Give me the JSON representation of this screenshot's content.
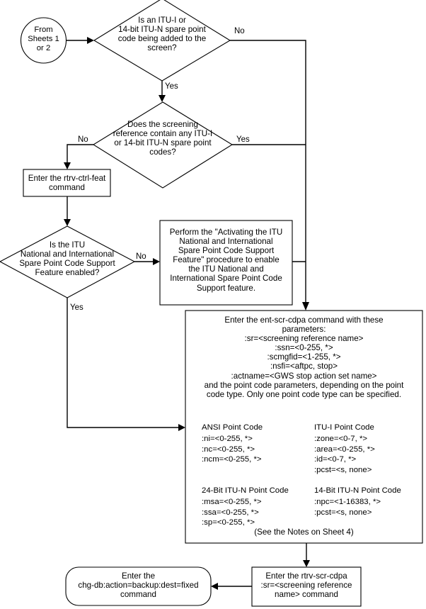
{
  "diagram": {
    "title": "ent-scr-cdpa flowchart (Sheet 3)",
    "stroke_color": "#000000",
    "fill_color": "#ffffff"
  },
  "nodes": {
    "start_connector": {
      "type": "circle",
      "text": "From\nSheets 1\nor 2"
    },
    "decision_spare_pc": {
      "type": "decision",
      "text": "Is an ITU-I or\n14-bit ITU-N spare point\ncode being added to the\nscreen?"
    },
    "decision_screening_ref": {
      "type": "decision",
      "text": "Does the screening\nreference contain any ITU-I\nor 14-bit ITU-N spare point\ncodes?"
    },
    "process_rtrv_ctrl_feat": {
      "type": "process",
      "text": "Enter the rtrv-ctrl-feat\ncommand"
    },
    "decision_feature_enabled": {
      "type": "decision",
      "text": "Is the ITU\nNational and International\nSpare Point Code Support\nFeature enabled?"
    },
    "process_activate_feature": {
      "type": "process",
      "text": "Perform the \"Activating the ITU\nNational and International\nSpare Point Code Support\nFeature\" procedure to enable\nthe ITU National and\nInternational Spare Point Code\nSupport feature."
    },
    "process_ent_scr_cdpa": {
      "type": "process",
      "header": "Enter the ent-scr-cdpa command with these\nparameters:\n:sr=<screening reference name>\n:ssn=<0-255, *>\n:scmgfid=<1-255, *>\n:nsfi=<aftpc, stop>\n:actname=<GWS stop action set name>\nand the point code parameters, depending on the point\ncode type. Only one point code type can be specified.",
      "point_code_groups": [
        {
          "name": "ansi",
          "title": "ANSI Point Code",
          "params": ":ni=<0-255, *>\n:nc=<0-255, *>\n:ncm=<0-255, *>"
        },
        {
          "name": "itu-i",
          "title": "ITU-I Point Code",
          "params": ":zone=<0-7, *>\n:area=<0-255, *>\n:id=<0-7, *>\n:pcst=<s, none>"
        },
        {
          "name": "itu-n-24bit",
          "title": "24-Bit ITU-N Point Code",
          "params": ":msa=<0-255, *>\n:ssa=<0-255, *>\n:sp=<0-255, *>"
        },
        {
          "name": "itu-n-14bit",
          "title": "14-Bit ITU-N Point Code",
          "params": ":npc=<1-16383, *>\n:pcst=<s, none>"
        }
      ],
      "footnote": "(See the Notes on Sheet 4)"
    },
    "process_rtrv_scr_cdpa": {
      "type": "process",
      "text": "Enter the rtrv-scr-cdpa\n:sr=<screening reference\nname>  command"
    },
    "terminator_chg_db": {
      "type": "terminator",
      "text": "Enter the\nchg-db:action=backup:dest=fixed\ncommand"
    }
  },
  "edge_labels": {
    "spare_pc_no": "No",
    "spare_pc_yes": "Yes",
    "screening_ref_no": "No",
    "screening_ref_yes": "Yes",
    "feature_enabled_no": "No",
    "feature_enabled_yes": "Yes"
  }
}
